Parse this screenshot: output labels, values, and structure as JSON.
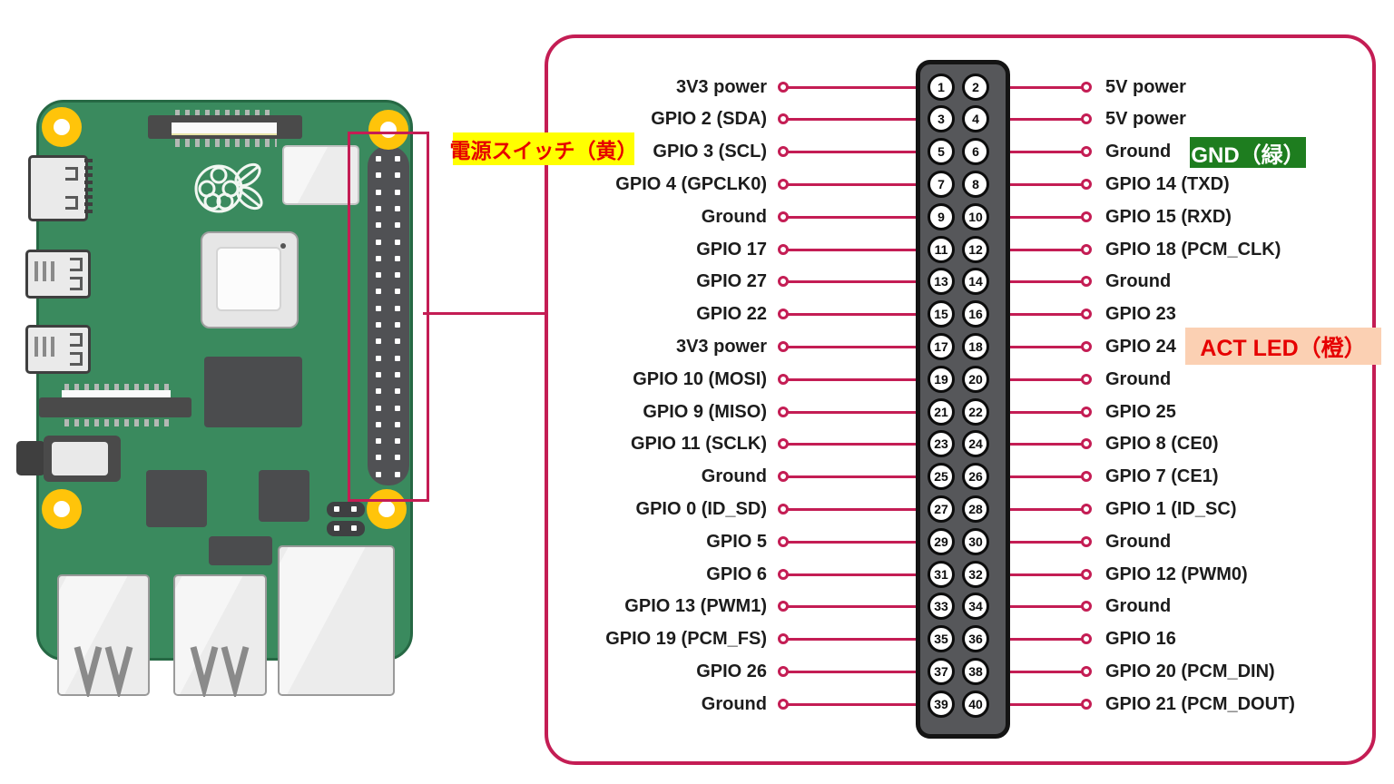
{
  "figure": {
    "description_names": {
      "board": "raspberry-pi-board",
      "panel": "gpio-pinout-panel"
    }
  },
  "colors": {
    "accent": "#c41d54",
    "board-green": "#3a8a5e",
    "board-edge": "#266844",
    "hole-yellow": "#ffc40a",
    "connector-gray": "#56575a",
    "ribbon-dark": "#4a4a4a",
    "teeth-gray": "#b4b8b4",
    "chip-dark": "#4b4c4e",
    "port-gray": "#ececec",
    "label-ink": "#1c1c1c",
    "ann-yellow-bg": "#ffff00",
    "ann-red": "#e60000",
    "ann-green-bg": "#1e7d1f",
    "ann-peach-bg": "#fbd0b3"
  },
  "annotations": {
    "power_switch": {
      "text": "電源スイッチ（黄）",
      "bg": "#ffff00",
      "color": "#e60000"
    },
    "gnd": {
      "text": "GND（緑）",
      "bg": "#1e7d1f",
      "color": "#ffffff"
    },
    "act_led": {
      "text": "ACT LED（橙）",
      "bg": "#fbd0b3",
      "color": "#e60000"
    }
  },
  "pinout": {
    "rows": [
      {
        "left_label": "3V3 power",
        "left_pin": "1",
        "right_pin": "2",
        "right_label": "5V power"
      },
      {
        "left_label": "GPIO 2 (SDA)",
        "left_pin": "3",
        "right_pin": "4",
        "right_label": "5V power"
      },
      {
        "left_label": "GPIO 3 (SCL)",
        "left_pin": "5",
        "right_pin": "6",
        "right_label": "Ground"
      },
      {
        "left_label": "GPIO 4 (GPCLK0)",
        "left_pin": "7",
        "right_pin": "8",
        "right_label": "GPIO 14 (TXD)"
      },
      {
        "left_label": "Ground",
        "left_pin": "9",
        "right_pin": "10",
        "right_label": "GPIO 15 (RXD)"
      },
      {
        "left_label": "GPIO 17",
        "left_pin": "11",
        "right_pin": "12",
        "right_label": "GPIO 18 (PCM_CLK)"
      },
      {
        "left_label": "GPIO 27",
        "left_pin": "13",
        "right_pin": "14",
        "right_label": "Ground"
      },
      {
        "left_label": "GPIO 22",
        "left_pin": "15",
        "right_pin": "16",
        "right_label": "GPIO 23"
      },
      {
        "left_label": "3V3 power",
        "left_pin": "17",
        "right_pin": "18",
        "right_label": "GPIO 24"
      },
      {
        "left_label": "GPIO 10 (MOSI)",
        "left_pin": "19",
        "right_pin": "20",
        "right_label": "Ground"
      },
      {
        "left_label": "GPIO 9 (MISO)",
        "left_pin": "21",
        "right_pin": "22",
        "right_label": "GPIO 25"
      },
      {
        "left_label": "GPIO 11 (SCLK)",
        "left_pin": "23",
        "right_pin": "24",
        "right_label": "GPIO 8 (CE0)"
      },
      {
        "left_label": "Ground",
        "left_pin": "25",
        "right_pin": "26",
        "right_label": "GPIO 7 (CE1)"
      },
      {
        "left_label": "GPIO 0 (ID_SD)",
        "left_pin": "27",
        "right_pin": "28",
        "right_label": "GPIO 1 (ID_SC)"
      },
      {
        "left_label": "GPIO 5",
        "left_pin": "29",
        "right_pin": "30",
        "right_label": "Ground"
      },
      {
        "left_label": "GPIO 6",
        "left_pin": "31",
        "right_pin": "32",
        "right_label": "GPIO 12 (PWM0)"
      },
      {
        "left_label": "GPIO 13 (PWM1)",
        "left_pin": "33",
        "right_pin": "34",
        "right_label": "Ground"
      },
      {
        "left_label": "GPIO 19 (PCM_FS)",
        "left_pin": "35",
        "right_pin": "36",
        "right_label": "GPIO 16"
      },
      {
        "left_label": "GPIO 26",
        "left_pin": "37",
        "right_pin": "38",
        "right_label": "GPIO 20 (PCM_DIN)"
      },
      {
        "left_label": "Ground",
        "left_pin": "39",
        "right_pin": "40",
        "right_label": "GPIO 21 (PCM_DOUT)"
      }
    ]
  }
}
